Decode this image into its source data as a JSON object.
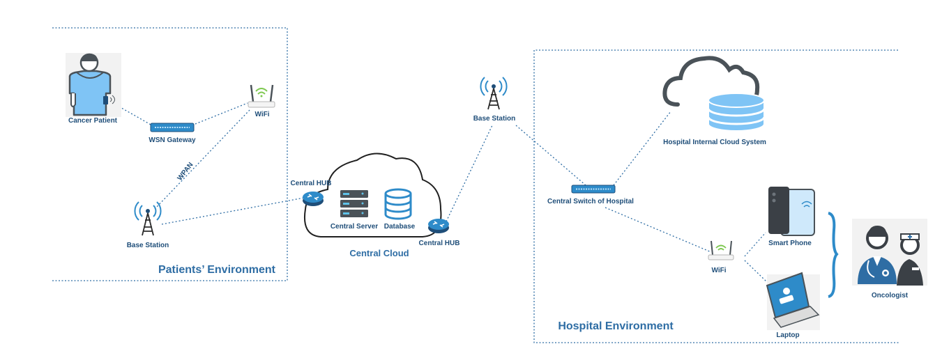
{
  "patients_environment": {
    "title": "Patients’ Environment",
    "cancer_patient": "Cancer Patient",
    "wsn_gateway": "WSN Gateway",
    "wifi": "WiFi",
    "wpan": "WPAN",
    "base_station": "Base Station",
    "central_hub": "Central HUB"
  },
  "central_cloud": {
    "title": "Central Cloud",
    "central_server": "Central Server",
    "database": "Database",
    "central_hub": "Central HUB"
  },
  "middle": {
    "base_station": "Base Station"
  },
  "hospital_environment": {
    "title": "Hospital Environment",
    "internal_cloud": "Hospital Internal Cloud System",
    "central_switch": "Central Switch of Hospital",
    "wifi": "WiFi",
    "smart_phone": "Smart Phone",
    "laptop": "Laptop",
    "oncologist": "Oncologist"
  },
  "colors": {
    "accent": "#2e6da4",
    "dark": "#1f4e79",
    "light_blue": "#7fc4f5",
    "gray": "#4a5258"
  }
}
